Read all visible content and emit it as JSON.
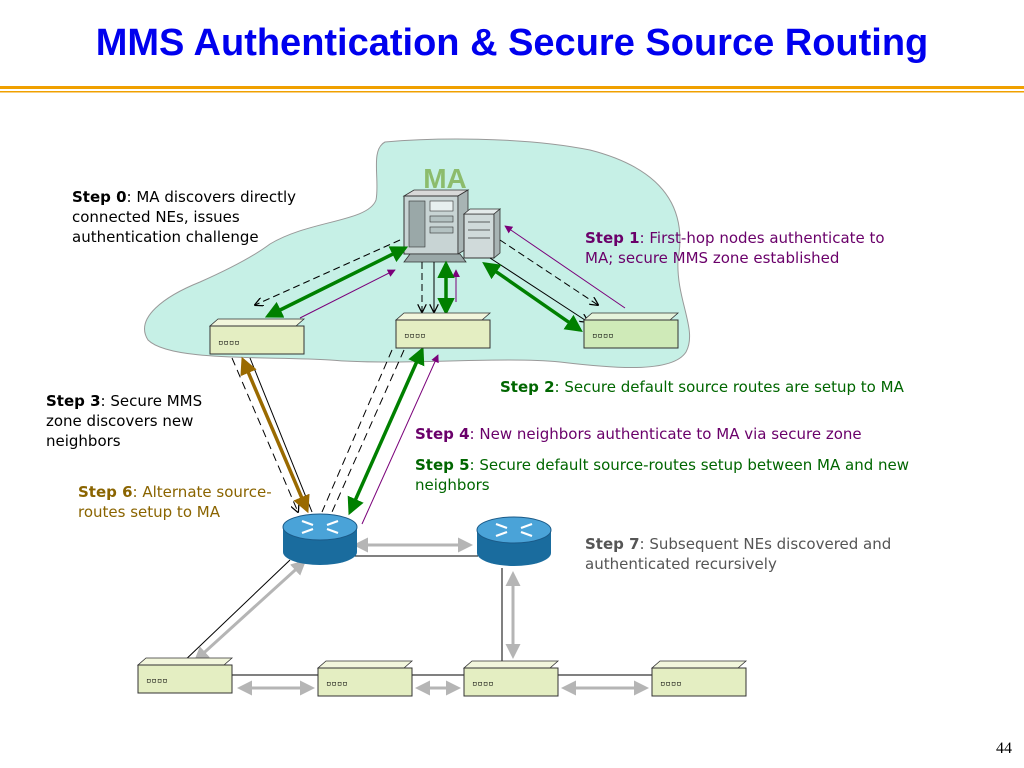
{
  "slide": {
    "title": "MMS Authentication & Secure Source Routing",
    "page_number": "44"
  },
  "diagram": {
    "cloud_label": "MA",
    "ne_port_glyph": "▫▫▫▫"
  },
  "steps": [
    {
      "label": "Step 0",
      "text": ": MA discovers directly connected NEs, issues authentication challenge",
      "color": "#000000"
    },
    {
      "label": "Step 1",
      "text": ": First-hop nodes authenticate to MA; secure MMS zone established",
      "color": "#6a006a"
    },
    {
      "label": "Step 2",
      "text": ": Secure default source routes are setup to MA",
      "color": "#006600"
    },
    {
      "label": "Step 3",
      "text": ": Secure MMS zone discovers new neighbors",
      "color": "#000000"
    },
    {
      "label": "Step 4",
      "text": ": New neighbors authenticate to MA via secure zone",
      "color": "#6a006a"
    },
    {
      "label": "Step 5",
      "text": ": Secure default source-routes setup between MA and new neighbors",
      "color": "#006600"
    },
    {
      "label": "Step 6",
      "text": ": Alternate source-routes setup to MA",
      "color": "#8a6400"
    },
    {
      "label": "Step 7",
      "text": ": Subsequent NEs discovered and authenticated recursively",
      "color": "#555555"
    }
  ]
}
